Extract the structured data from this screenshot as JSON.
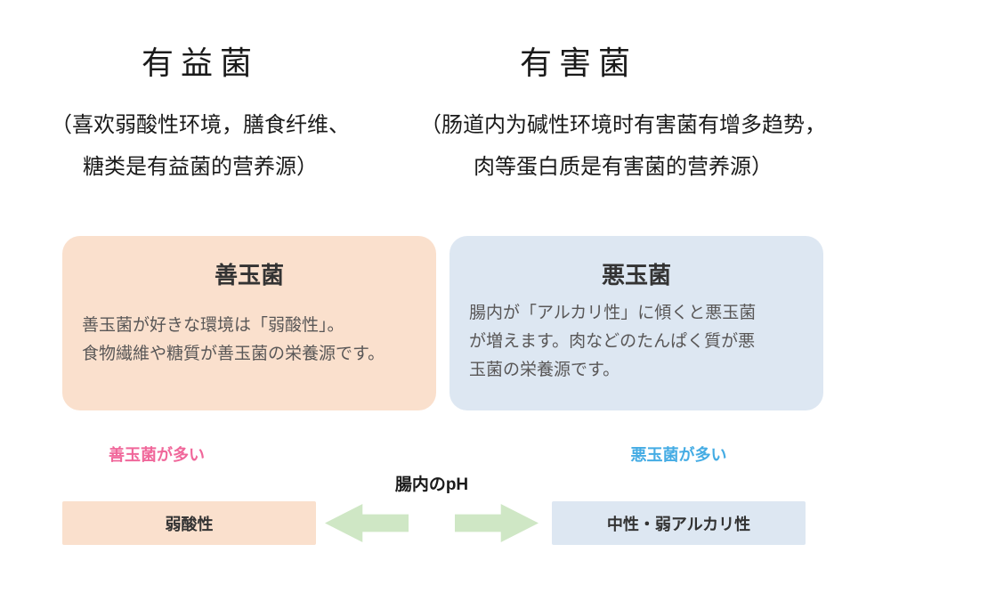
{
  "colors": {
    "good_card_bg": "#fae0cd",
    "bad_card_bg": "#dde7f2",
    "good_label_text": "#f0679a",
    "bad_label_text": "#45ace4",
    "arrow_green": "#cfe7c5",
    "card_title_text": "#333333",
    "card_body_text": "#595757"
  },
  "header": {
    "beneficial_title": "有益菌",
    "harmful_title": "有害菌",
    "beneficial_desc_line1": "（喜欢弱酸性环境，膳食纤维、",
    "beneficial_desc_line2": "糖类是有益菌的营养源）",
    "harmful_desc_line1": "（肠道内为碱性环境时有害菌有增多趋势，",
    "harmful_desc_line2": "肉等蛋白质是有害菌的营养源）"
  },
  "cards": {
    "good": {
      "title": "善玉菌",
      "line1": "善玉菌が好きな環境は「弱酸性」。",
      "line2": "食物繊維や糖質が善玉菌の栄養源です。"
    },
    "bad": {
      "title": "悪玉菌",
      "line1": "腸内が「アルカリ性」に傾くと悪玉菌",
      "line2": "が増えます。肉などのたんぱく質が悪",
      "line3": "玉菌の栄養源です。"
    }
  },
  "ph_scale": {
    "good_side_label": "善玉菌が多い",
    "bad_side_label": "悪玉菌が多い",
    "center_label": "腸内のpH",
    "acid_box_label": "弱酸性",
    "alkali_box_label": "中性・弱アルカリ性"
  }
}
